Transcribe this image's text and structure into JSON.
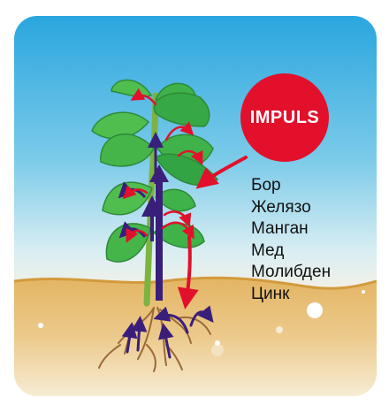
{
  "badge": {
    "label": "IMPULS",
    "color": "#e2102b"
  },
  "elements": [
    "Бор",
    "Желязо",
    "Манган",
    "Мед",
    "Молибден",
    "Цинк"
  ],
  "colors": {
    "sky_top": "#2aa6df",
    "soil": "#dca650",
    "leaf": "#3fb24a",
    "arrow_up": "#3a1f7a",
    "arrow_red": "#e2102b"
  }
}
